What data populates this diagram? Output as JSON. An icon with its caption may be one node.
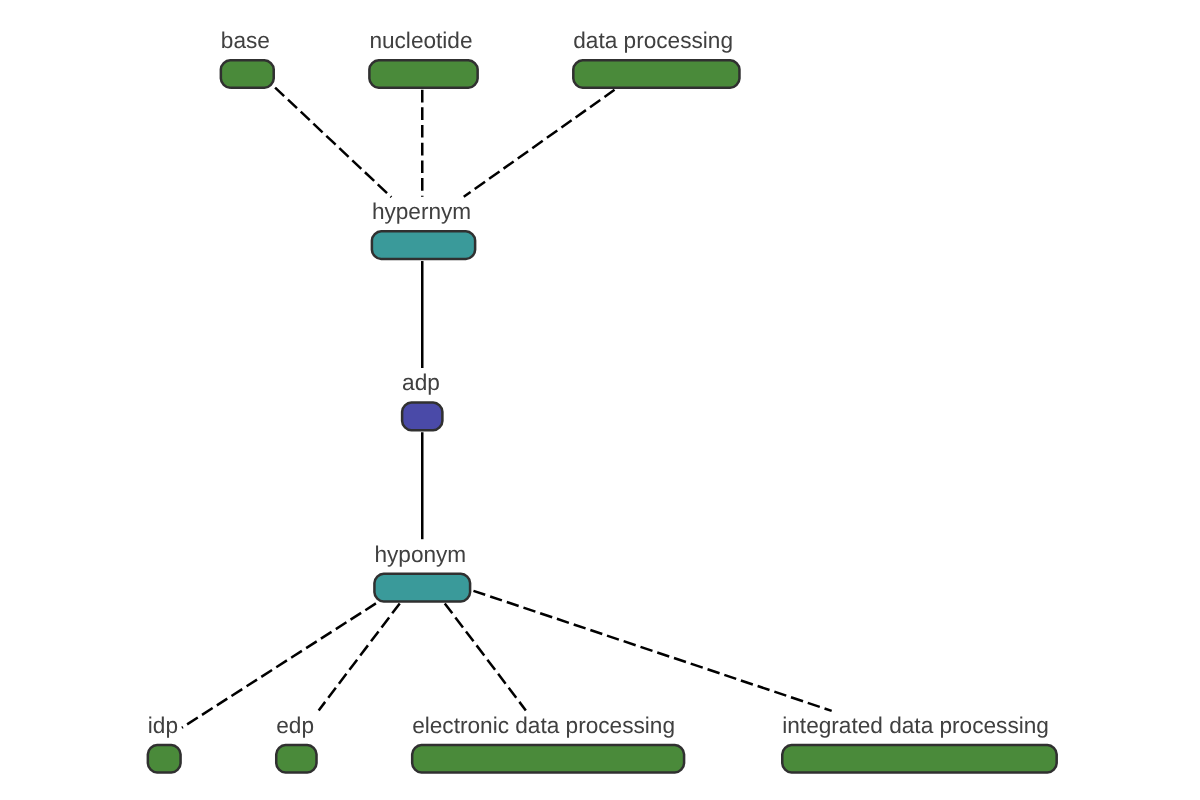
{
  "diagram": {
    "nodes": [
      {
        "text": [
          "base"
        ]
      },
      {
        "text": [
          "nucleotide"
        ]
      },
      {
        "text": [
          "data processing"
        ]
      },
      {
        "text": [
          "hypernym"
        ]
      },
      {
        "text": [
          "adp"
        ]
      },
      {
        "text": [
          "hyponym"
        ]
      },
      {
        "text": [
          "idp"
        ]
      },
      {
        "text": [
          "edp"
        ]
      },
      {
        "text": [
          "electronic data processing"
        ]
      },
      {
        "text": [
          "integrated data processing"
        ]
      }
    ],
    "edges": [
      {
        "from": 0,
        "to": 3,
        "arrow": "none",
        "style": "dashed"
      },
      {
        "from": 1,
        "to": 3,
        "arrow": "none",
        "style": "dashed"
      },
      {
        "from": 2,
        "to": 3,
        "arrow": "none",
        "style": "dashed"
      },
      {
        "from": 3,
        "to": 4,
        "arrow": "none"
      },
      {
        "from": 4,
        "to": 5,
        "arrow": "none"
      },
      {
        "from": 5,
        "to": 6,
        "arrow": "none",
        "style": "dashed"
      },
      {
        "from": 5,
        "to": 7,
        "arrow": "none",
        "style": "dashed"
      },
      {
        "from": 5,
        "to": 8,
        "arrow": "none",
        "style": "dashed"
      },
      {
        "from": 5,
        "to": 9,
        "arrow": "none",
        "style": "dashed"
      }
    ]
  }
}
